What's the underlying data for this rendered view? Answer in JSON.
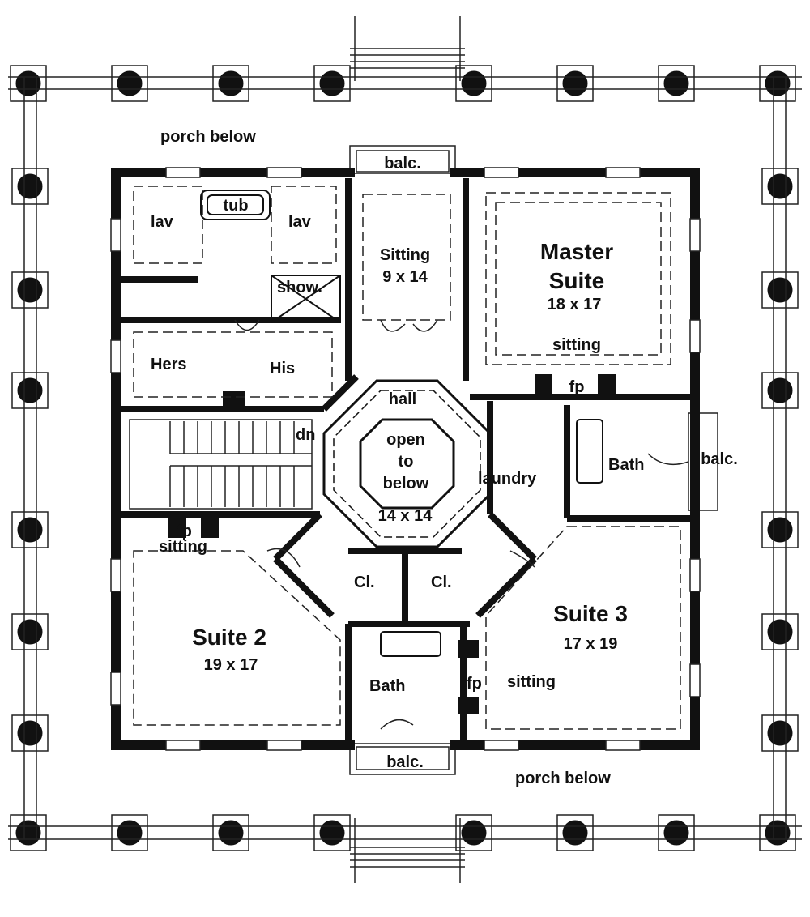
{
  "plan": {
    "porch_top": "porch below",
    "porch_bottom": "porch below",
    "balc_top": "balc.",
    "balc_right": "balc.",
    "balc_bottom": "balc.",
    "master_bath": {
      "lav_left": "lav",
      "tub": "tub",
      "lav_right": "lav",
      "shower": "show."
    },
    "closets": {
      "hers": "Hers",
      "his": "His"
    },
    "sitting_room": {
      "name": "Sitting",
      "size": "9 x 14"
    },
    "master_suite": {
      "name_line1": "Master",
      "name_line2": "Suite",
      "size": "18 x 17",
      "sitting": "sitting",
      "fp": "fp"
    },
    "hall": {
      "label": "hall",
      "open_line1": "open",
      "open_line2": "to",
      "open_line3": "below",
      "size": "14 x 14"
    },
    "stair": {
      "dn": "dn"
    },
    "laundry": "laundry",
    "bath_right": "Bath",
    "suite2": {
      "name": "Suite 2",
      "size": "19 x 17",
      "sitting": "sitting",
      "fp": "fp"
    },
    "suite3": {
      "name": "Suite 3",
      "size": "17 x 19",
      "sitting": "sitting",
      "fp": "fp"
    },
    "closet_left": "Cl.",
    "closet_right": "Cl.",
    "bath_bottom": "Bath"
  }
}
